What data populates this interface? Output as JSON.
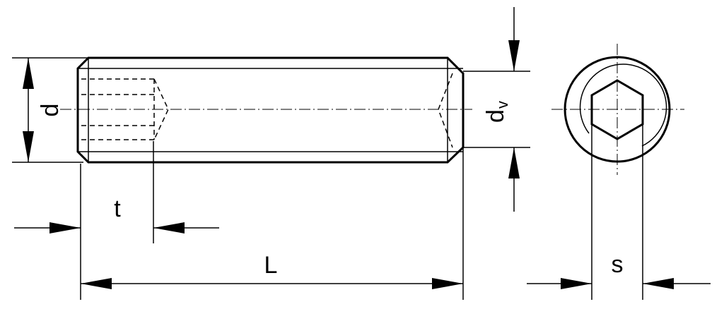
{
  "labels": {
    "diameter": "d",
    "thread_end_diameter": "d",
    "thread_end_subscript": "v",
    "socket_depth": "t",
    "length": "L",
    "socket_size": "s"
  },
  "colors": {
    "line": "#000000",
    "background": "#ffffff"
  }
}
